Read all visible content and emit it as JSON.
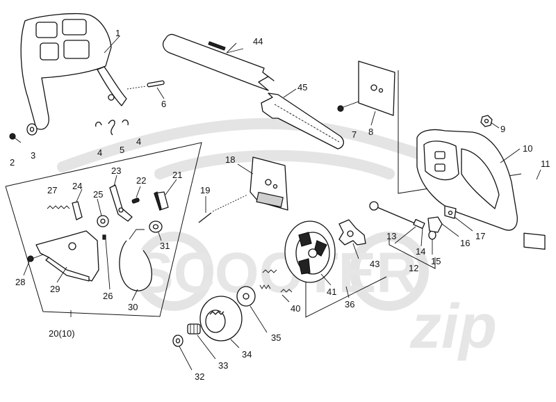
{
  "watermark": {
    "brand_line1": "SCOOTER",
    "brand_line2": "zip"
  },
  "callouts": [
    {
      "id": "1",
      "label": "1"
    },
    {
      "id": "2",
      "label": "2"
    },
    {
      "id": "3",
      "label": "3"
    },
    {
      "id": "4a",
      "label": "4"
    },
    {
      "id": "5",
      "label": "5"
    },
    {
      "id": "4b",
      "label": "4"
    },
    {
      "id": "6",
      "label": "6"
    },
    {
      "id": "7",
      "label": "7"
    },
    {
      "id": "8",
      "label": "8"
    },
    {
      "id": "9",
      "label": "9"
    },
    {
      "id": "10",
      "label": "10"
    },
    {
      "id": "11",
      "label": "11"
    },
    {
      "id": "12",
      "label": "12"
    },
    {
      "id": "13",
      "label": "13"
    },
    {
      "id": "14",
      "label": "14"
    },
    {
      "id": "15",
      "label": "15"
    },
    {
      "id": "16",
      "label": "16"
    },
    {
      "id": "17",
      "label": "17"
    },
    {
      "id": "18",
      "label": "18"
    },
    {
      "id": "19",
      "label": "19"
    },
    {
      "id": "20",
      "label": "20(10)"
    },
    {
      "id": "21",
      "label": "21"
    },
    {
      "id": "22",
      "label": "22"
    },
    {
      "id": "23",
      "label": "23"
    },
    {
      "id": "24",
      "label": "24"
    },
    {
      "id": "25",
      "label": "25"
    },
    {
      "id": "26",
      "label": "26"
    },
    {
      "id": "27",
      "label": "27"
    },
    {
      "id": "28",
      "label": "28"
    },
    {
      "id": "29",
      "label": "29"
    },
    {
      "id": "30",
      "label": "30"
    },
    {
      "id": "31",
      "label": "31"
    },
    {
      "id": "32",
      "label": "32"
    },
    {
      "id": "33",
      "label": "33"
    },
    {
      "id": "34",
      "label": "34"
    },
    {
      "id": "35",
      "label": "35"
    },
    {
      "id": "36",
      "label": "36"
    },
    {
      "id": "40",
      "label": "40"
    },
    {
      "id": "41",
      "label": "41"
    },
    {
      "id": "43",
      "label": "43"
    },
    {
      "id": "44",
      "label": "44"
    },
    {
      "id": "45",
      "label": "45"
    }
  ]
}
